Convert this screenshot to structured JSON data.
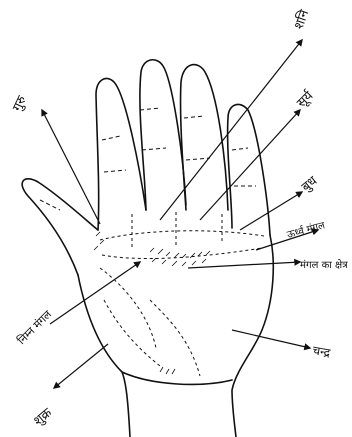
{
  "diagram": {
    "mounts": {
      "jupiter": "गुरु",
      "saturn": "शनि",
      "sun": "सूर्य",
      "mercury": "बुध",
      "upper_mars": "ऊर्ध्व मंगल",
      "plain_of_mars": "मंगल का क्षेत्र",
      "lower_mars": "निम्न मंगल",
      "moon": "चन्द्र",
      "venus": "शुक्र"
    },
    "colors": {
      "ink": "#111111",
      "paper": "#ffffff"
    }
  }
}
